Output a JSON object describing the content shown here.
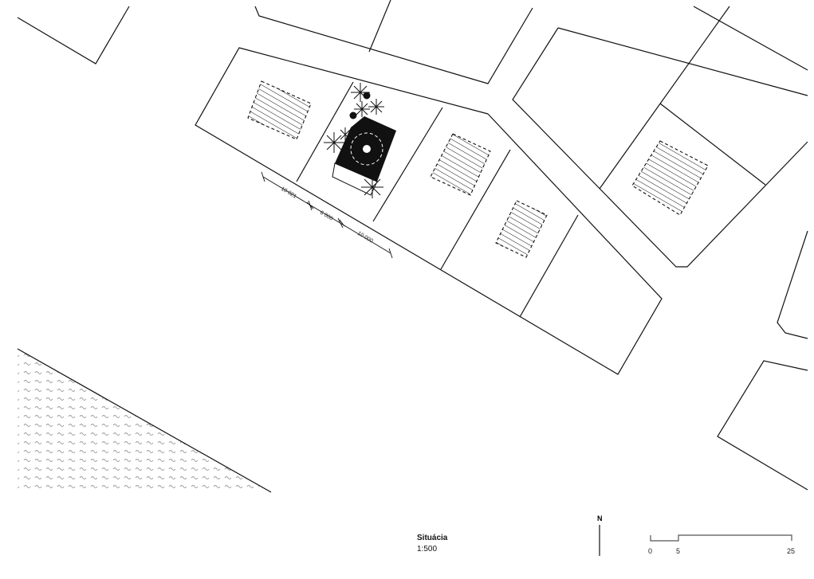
{
  "title": "Situácia",
  "scale": "1:500",
  "north_label": "N",
  "scale_bar": {
    "labels": [
      "0",
      "5",
      "25"
    ]
  },
  "dimensions": [
    "10 021",
    "6 000",
    "10 000"
  ]
}
